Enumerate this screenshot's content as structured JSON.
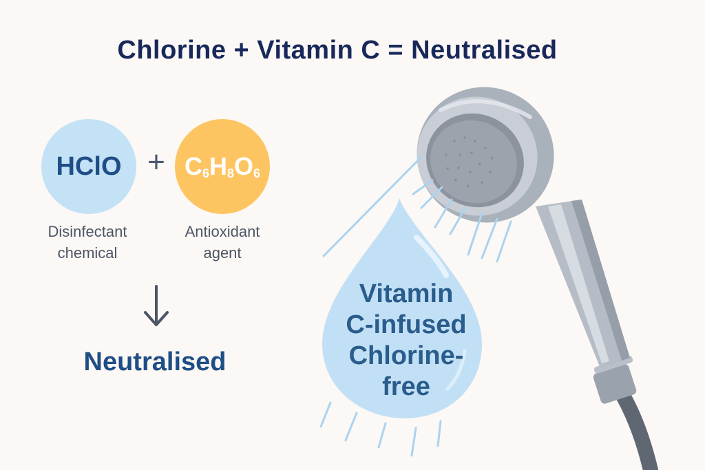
{
  "title": "Chlorine + Vitamin C = Neutralised",
  "reactants": [
    {
      "formula": "HClO",
      "caption_line1": "Disinfectant",
      "caption_line2": "chemical",
      "color": "#c3e2f6"
    },
    {
      "formula_parts": [
        "C",
        "6",
        "H",
        "8",
        "O",
        "6"
      ],
      "caption_line1": "Antioxidant",
      "caption_line2": "agent",
      "color": "#fdc562"
    }
  ],
  "operator": "+",
  "result": "Neutralised",
  "drop": {
    "lines": [
      "Vitamin",
      "C-infused",
      "Chlorine-",
      "free"
    ],
    "color": "#c2e0f5"
  },
  "icons": [
    "down-arrow-icon",
    "shower-head-icon",
    "water-drop-icon"
  ]
}
